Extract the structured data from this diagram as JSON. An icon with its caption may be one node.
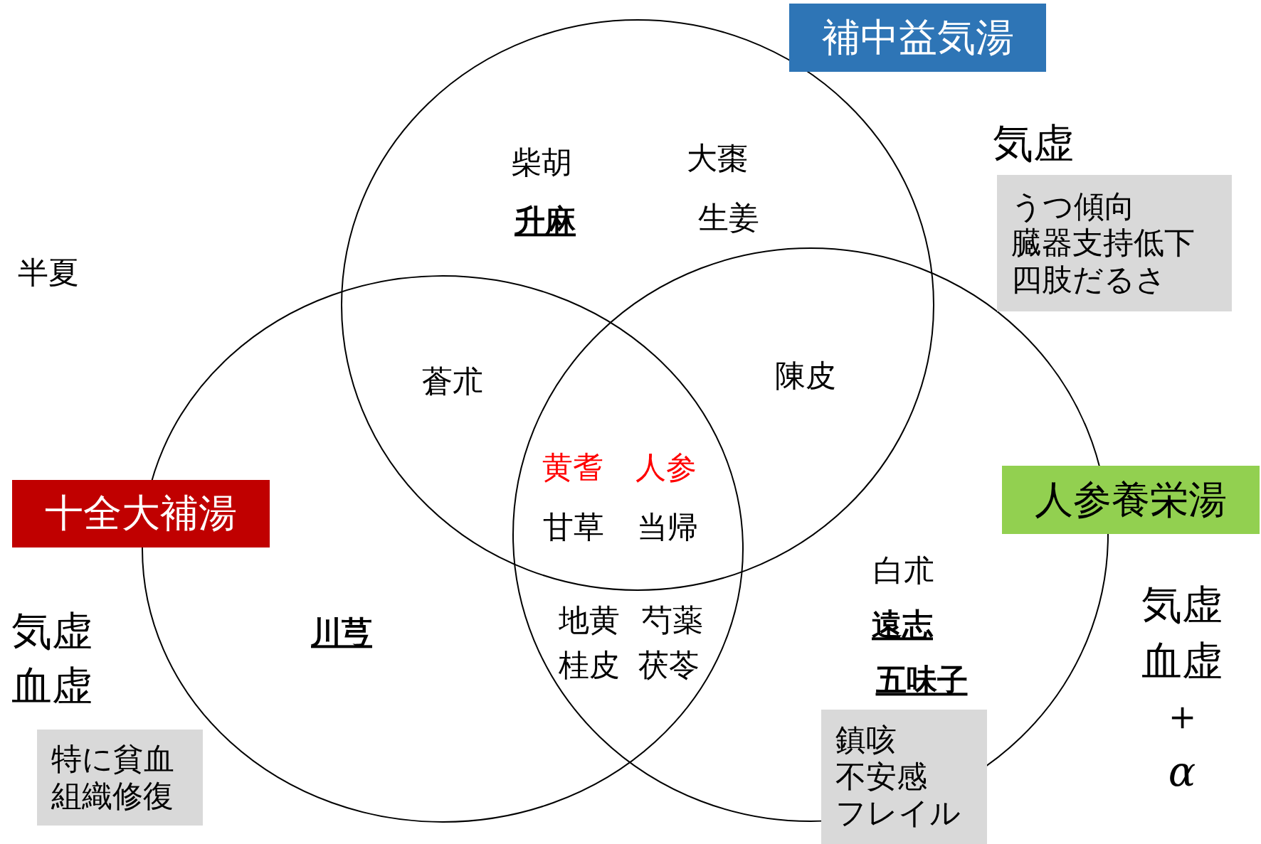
{
  "diagram": {
    "nodes": [
      {
        "text": [
          "補中益気湯"
        ]
      },
      {
        "text": [
          "人参養栄湯"
        ]
      },
      {
        "text": [
          "十全大補湯"
        ]
      },
      {
        "text": [
          "うつ傾向",
          "臓器支持低下",
          "四肢だるさ"
        ]
      },
      {
        "text": [
          "鎮咳",
          "不安感",
          "フレイル"
        ]
      },
      {
        "text": [
          "特に貧血",
          "組織修復"
        ]
      }
    ],
    "labels": [
      "柴胡",
      "大棗",
      "気虚",
      "升麻",
      "生姜",
      "半夏",
      "蒼朮",
      "陳皮",
      "黄耆",
      "人参",
      "甘草",
      "当帰",
      "白朮",
      "気虚",
      "川芎",
      "地黄",
      "芍薬",
      "遠志",
      "気虚",
      "血虚",
      "桂皮",
      "茯苓",
      "五味子",
      "血虚",
      "＋",
      "α"
    ]
  }
}
